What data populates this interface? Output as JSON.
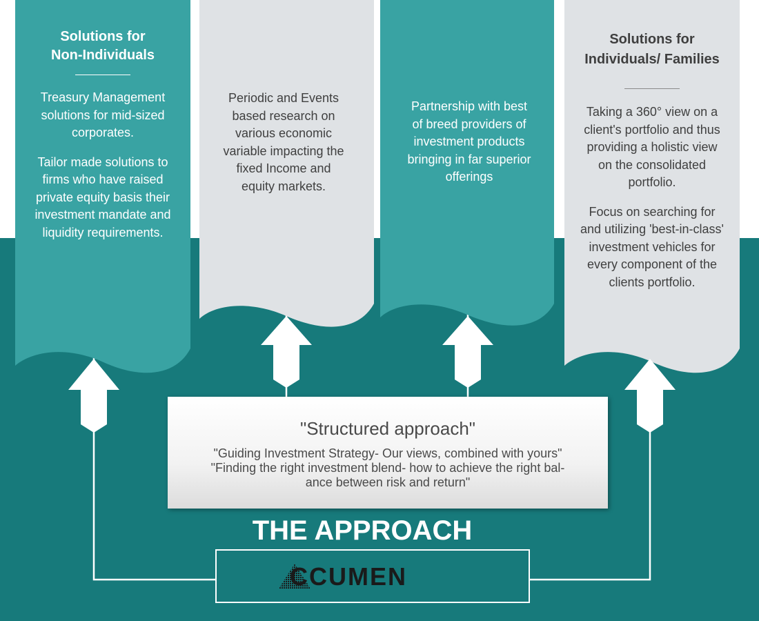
{
  "colors": {
    "teal_dark": "#177a7b",
    "teal_light": "#39a3a3",
    "grey_light": "#dfe2e5",
    "white": "#ffffff"
  },
  "columns": [
    {
      "title": "Solutions for Non-Individuals",
      "paragraphs": [
        "Treasury Management solutions for mid-sized corporates.",
        "Tailor made solutions to firms who have raised private equity basis their investment mandate and liquidity requirements."
      ]
    },
    {
      "title": "",
      "paragraphs": [
        "Periodic and Events based research on various economic variable impacting the fixed Income and equity markets."
      ]
    },
    {
      "title": "",
      "paragraphs": [
        "Partnership with best of breed providers of investment products bringing in far superior offerings"
      ]
    },
    {
      "title": "Solutions for Individuals/ Families",
      "paragraphs": [
        "Taking a 360° view on a client's portfolio and thus providing a holistic view on the consolidated portfolio.",
        "Focus on searching for and utilizing 'best-in-class' investment vehicles for every component of the clients portfolio."
      ]
    }
  ],
  "approach": {
    "heading": "\"Structured approach\"",
    "line1": "\"Guiding Investment Strategy- Our views, combined with yours\"",
    "line2": "\"Finding the right investment blend- how to achieve the right bal-",
    "line3": "ance between risk and return\""
  },
  "section_title": "THE APPROACH",
  "logo": {
    "text": "CCUMEN",
    "icon": "pyramid-a-icon"
  }
}
